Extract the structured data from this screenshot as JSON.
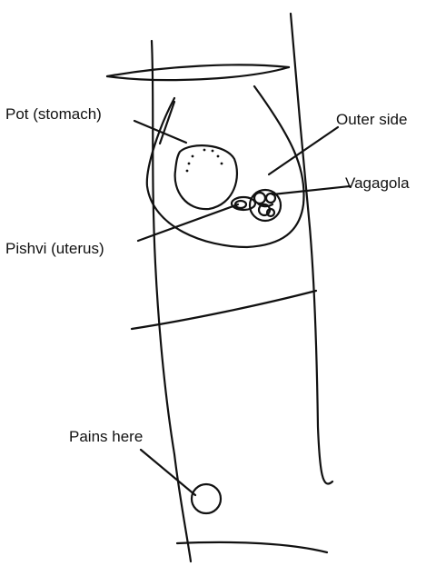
{
  "labels": {
    "pot": "Pot (stomach)",
    "outer_side": "Outer side",
    "vagagola": "Vagagola",
    "pishvi": "Pishvi (uterus)",
    "pains": "Pains here"
  },
  "colors": {
    "ink": "#111111",
    "paper": "#ffffff"
  }
}
